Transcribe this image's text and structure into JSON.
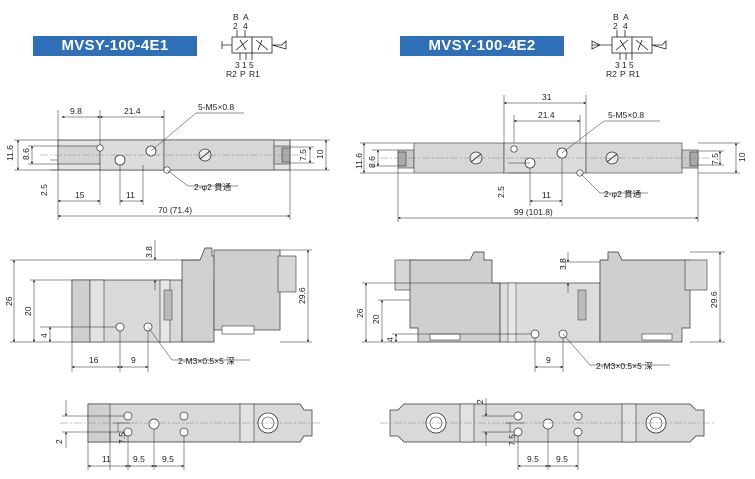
{
  "left": {
    "model": "MVSY-100-4E1",
    "symbol": {
      "top_ports": [
        "B",
        "A"
      ],
      "top_nums": [
        "2",
        "4"
      ],
      "bottom_nums": [
        "3",
        "1",
        "5"
      ],
      "bottom_ports": [
        "R2",
        "P",
        "R1"
      ]
    },
    "top_view": {
      "d1": "9.8",
      "d2": "21.4",
      "d3": "5-M5×0.8",
      "d4": "11.6",
      "d5": "8.6",
      "d6": "7.5",
      "d7": "10",
      "d8": "2.5",
      "d9": "15",
      "d10": "11",
      "d11": "2-φ2 貫通",
      "d12": "70 (71.4)"
    },
    "side_view": {
      "d1": "3.8",
      "d2": "26",
      "d3": "20",
      "d4": "4",
      "d5": "29.6",
      "d6": "16",
      "d7": "9",
      "d8": "2-M3×0.5×5 深"
    },
    "bottom_view": {
      "d1": "2",
      "d2": "7.5",
      "d3": "11",
      "d4": "9.5",
      "d5": "9.5"
    }
  },
  "right": {
    "model": "MVSY-100-4E2",
    "symbol": {
      "top_ports": [
        "B",
        "A"
      ],
      "top_nums": [
        "2",
        "4"
      ],
      "bottom_nums": [
        "3",
        "1",
        "5"
      ],
      "bottom_ports": [
        "R2",
        "P",
        "R1"
      ]
    },
    "top_view": {
      "d1": "31",
      "d2": "21.4",
      "d3": "5-M5×0.8",
      "d4": "11.6",
      "d5": "8.6",
      "d6": "7.5",
      "d7": "10",
      "d8": "2.5",
      "d9": "11",
      "d10": "2-φ2 貫通",
      "d11": "99 (101.8)"
    },
    "side_view": {
      "d1": "3.8",
      "d2": "26",
      "d3": "20",
      "d4": "4",
      "d5": "29.6",
      "d6": "9",
      "d7": "2-M3×0.5×5 深"
    },
    "bottom_view": {
      "d1": "2",
      "d2": "7.5",
      "d3": "9.5",
      "d4": "9.5"
    }
  }
}
